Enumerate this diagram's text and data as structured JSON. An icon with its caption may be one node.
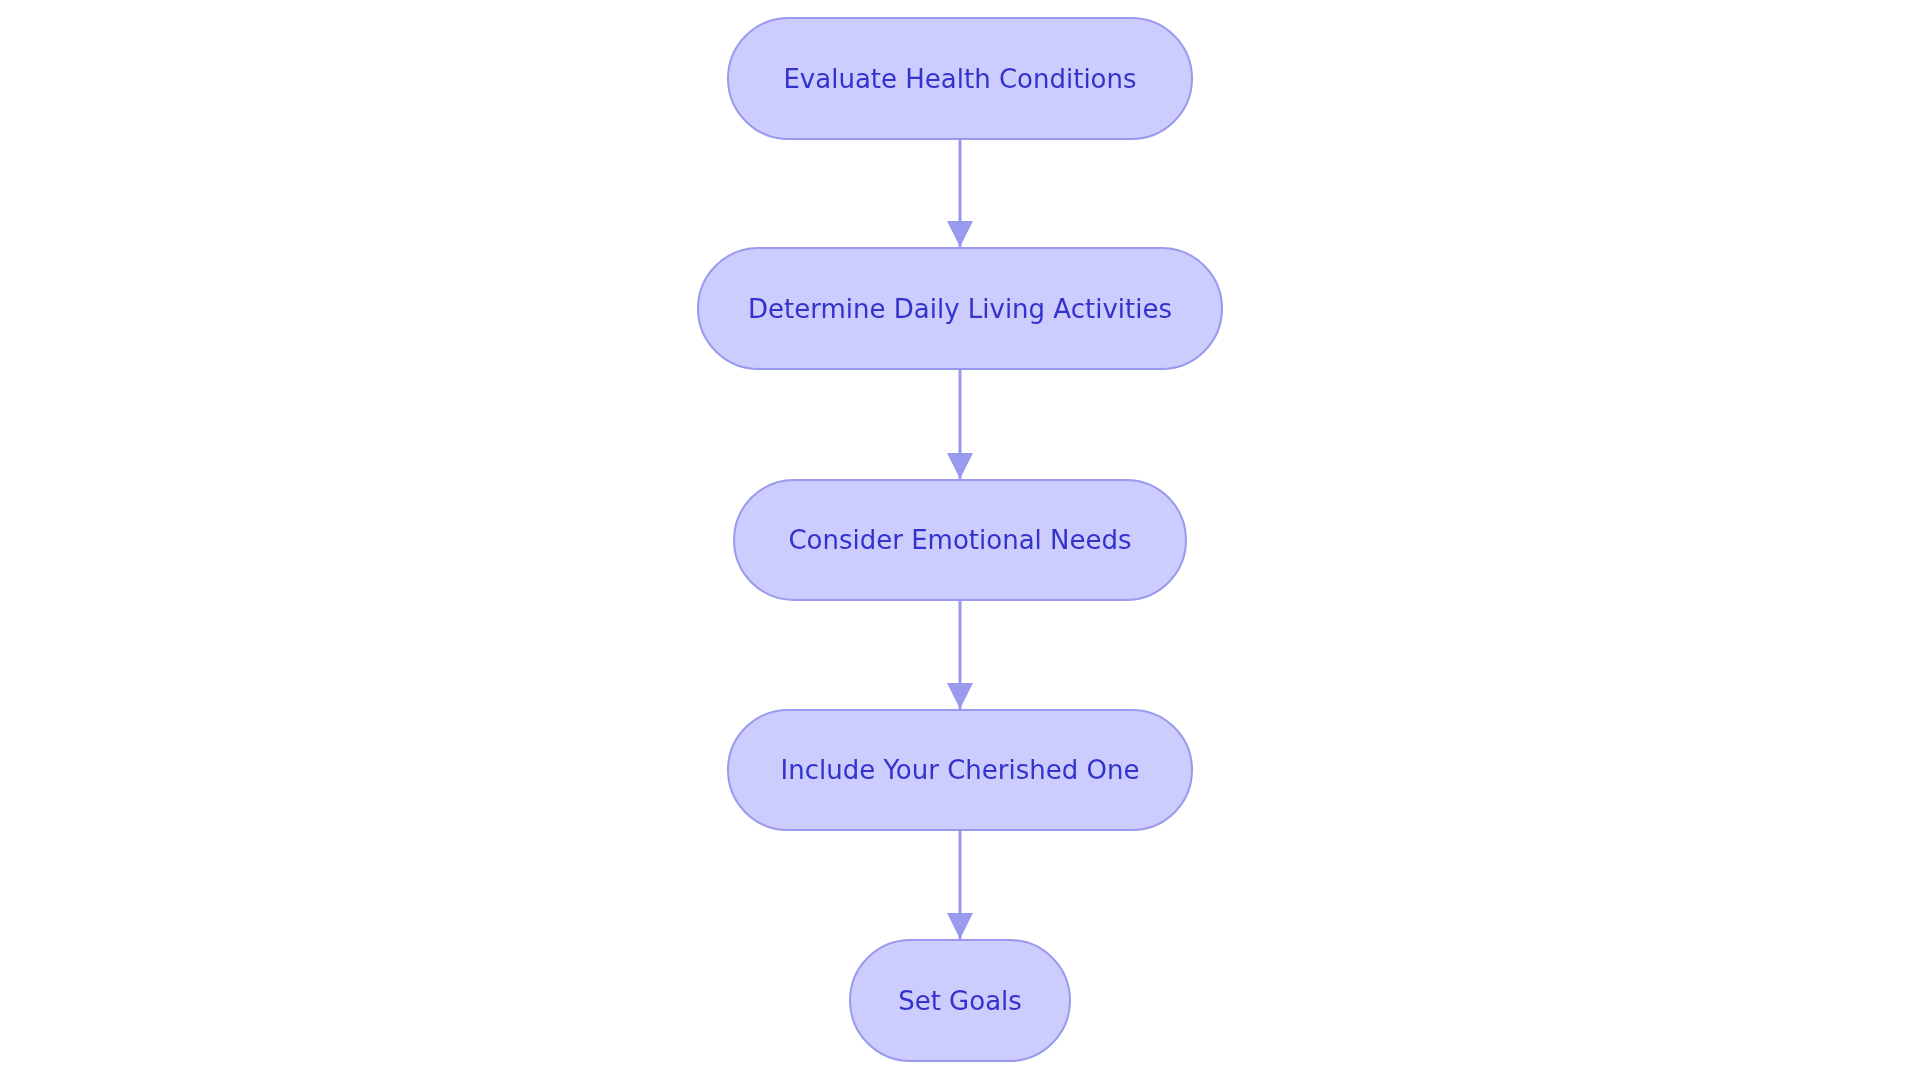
{
  "diagram": {
    "nodes": [
      {
        "text": [
          "Evaluate Health Conditions"
        ]
      },
      {
        "text": [
          "Determine Daily Living Activities"
        ]
      },
      {
        "text": [
          "Consider Emotional Needs"
        ]
      },
      {
        "text": [
          "Include Your Cherished One"
        ]
      },
      {
        "text": [
          "Set Goals"
        ]
      }
    ],
    "edges": [
      {
        "from": 0,
        "to": 1,
        "arrow": "to"
      },
      {
        "from": 1,
        "to": 2,
        "arrow": "to"
      },
      {
        "from": 2,
        "to": 3,
        "arrow": "to"
      },
      {
        "from": 3,
        "to": 4,
        "arrow": "to"
      }
    ]
  }
}
